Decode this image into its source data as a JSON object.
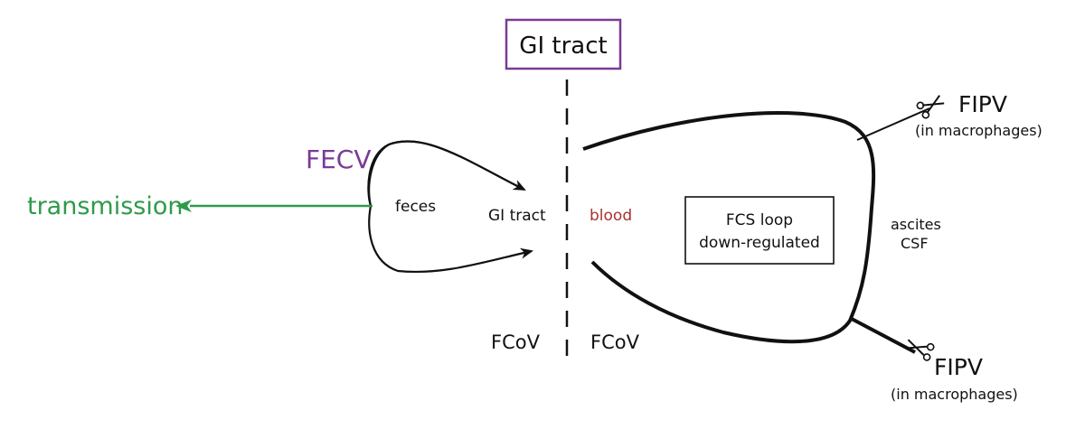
{
  "colors": {
    "ink": "#111111",
    "accent_purple": "#7b3a96",
    "accent_green": "#2e9a4a",
    "accent_red": "#a8322d"
  },
  "labels": {
    "gi_header": "GI tract",
    "fecv": "FECV",
    "transmission": "transmission",
    "feces": "feces",
    "gi_tract": "GI tract",
    "blood": "blood",
    "fcs_line1": "FCS loop",
    "fcs_line2": "down-regulated",
    "ascites": "ascites",
    "csf": "CSF",
    "fcov_left": "FCoV",
    "fcov_right": "FCoV",
    "fipv_top": "FIPV",
    "fipv_top_sub": "(in macrophages)",
    "fipv_bottom": "FIPV",
    "fipv_bottom_sub": "(in macrophages)"
  },
  "icons": {
    "scissors_top": "scissors-icon",
    "scissors_bottom": "scissors-icon"
  }
}
